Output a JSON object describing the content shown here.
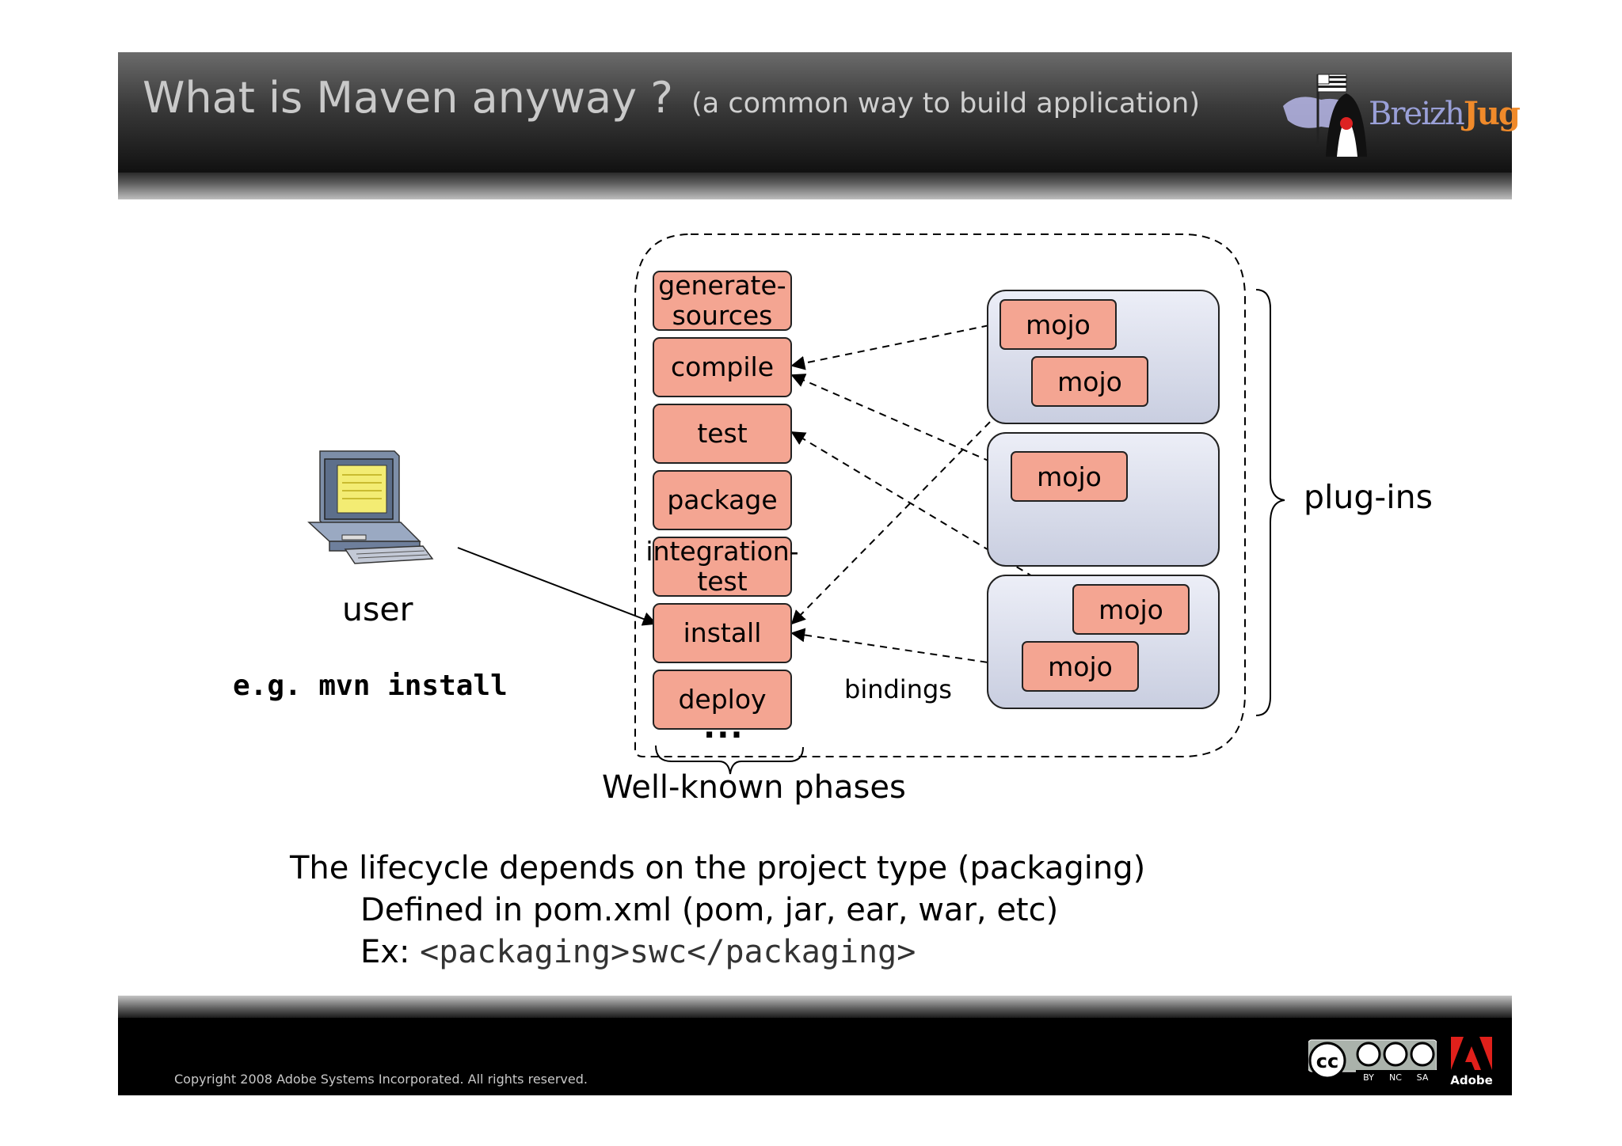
{
  "header": {
    "title": "What is Maven anyway ?",
    "subtitle": "(a common way to build application)",
    "logo_text_a": "Breizh",
    "logo_text_b": "Jug"
  },
  "user": {
    "label": "user",
    "command": "e.g. mvn install",
    "icon": "computer-icon"
  },
  "phases": [
    "generate-\nsources",
    "compile",
    "test",
    "package",
    "integration-\ntest",
    "install",
    "deploy"
  ],
  "phases_more": "...",
  "phases_caption": "Well-known phases",
  "bindings_label": "bindings",
  "plugins_label": "plug-ins",
  "mojos": [
    "mojo",
    "mojo",
    "mojo",
    "mojo",
    "mojo"
  ],
  "bottom": {
    "line1": "The lifecycle depends on the project type (packaging)",
    "line2": "Defined in pom.xml (pom, jar, ear, war, etc)",
    "line3_prefix": "Ex: ",
    "line3_code": "<packaging>swc</packaging>"
  },
  "footer": {
    "copyright": "Copyright 2008 Adobe Systems Incorporated.  All rights reserved.",
    "cc_labels": [
      "BY",
      "NC",
      "SA"
    ],
    "cc_mark": "cc",
    "adobe_label": "Adobe"
  },
  "colors": {
    "phase_fill": "#f4a592",
    "plugin_fill": "#d6daea",
    "logo_orange": "#f08a2a"
  }
}
